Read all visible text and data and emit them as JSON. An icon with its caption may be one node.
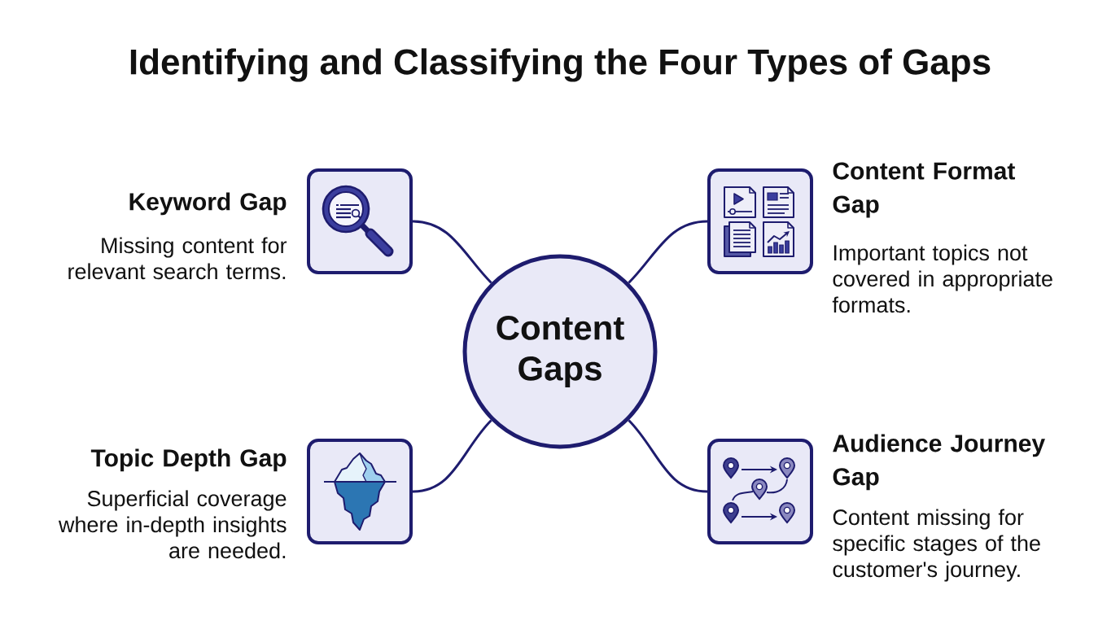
{
  "diagram": {
    "title": "Identifying and Classifying the Four Types of Gaps",
    "nodes": [
      {
        "text": [],
        "shape": "box",
        "beside": [
          "Keyword Gap",
          "Missing content for relevant search terms."
        ]
      },
      {
        "text": [],
        "shape": "box",
        "beside": [
          "Content Format Gap",
          "Important topics not covered in appropriate formats."
        ]
      },
      {
        "text": [
          "Content Gaps"
        ]
      },
      {
        "text": [],
        "shape": "box",
        "beside": [
          "Topic Depth Gap",
          "Superficial coverage where in-depth insights are needed."
        ]
      },
      {
        "text": [],
        "shape": "box",
        "beside": [
          "Audience Journey Gap",
          "Content missing for specific stages of the customer's journey."
        ]
      }
    ],
    "edges": [
      {
        "from": 2,
        "to": 0,
        "arrow": "none"
      },
      {
        "from": 2,
        "to": 1,
        "arrow": "none"
      },
      {
        "from": 2,
        "to": 3,
        "arrow": "none"
      },
      {
        "from": 2,
        "to": 4,
        "arrow": "none"
      }
    ]
  }
}
